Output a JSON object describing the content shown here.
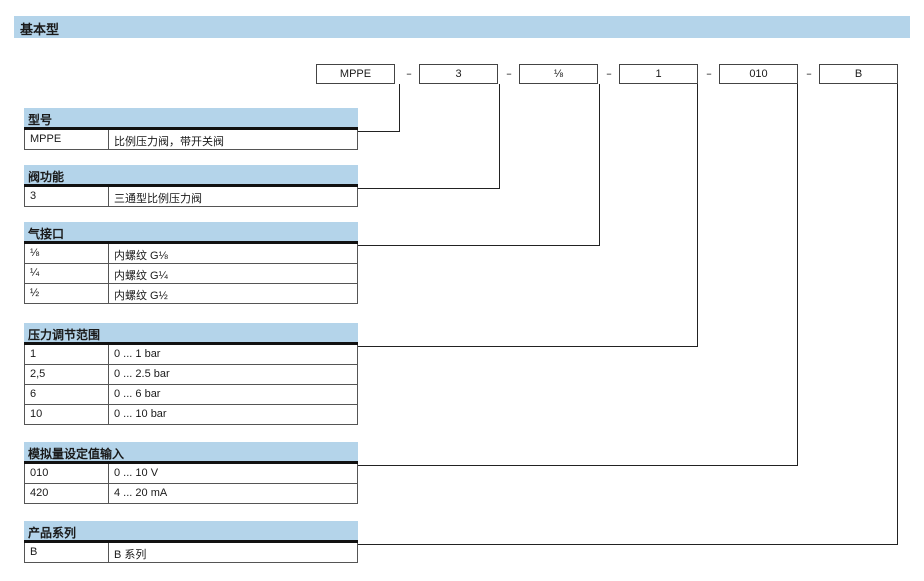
{
  "header": {
    "title": "基本型"
  },
  "order_code": {
    "segments": [
      "MPPE",
      "3",
      "⅛",
      "1",
      "010",
      "B"
    ],
    "separator": "–"
  },
  "sections": [
    {
      "title": "型号",
      "rows": [
        {
          "code": "MPPE",
          "desc": "比例压力阀，带开关阀"
        }
      ]
    },
    {
      "title": "阀功能",
      "rows": [
        {
          "code": "3",
          "desc": "三通型比例压力阀"
        }
      ]
    },
    {
      "title": "气接口",
      "rows": [
        {
          "code": "⅛",
          "desc": "内螺纹 G⅛"
        },
        {
          "code": "¼",
          "desc": "内螺纹 G¼"
        },
        {
          "code": "½",
          "desc": "内螺纹 G½"
        }
      ]
    },
    {
      "title": "压力调节范围",
      "rows": [
        {
          "code": "1",
          "desc": "0 ... 1 bar"
        },
        {
          "code": "2,5",
          "desc": "0 ... 2.5 bar"
        },
        {
          "code": "6",
          "desc": "0 ... 6 bar"
        },
        {
          "code": "10",
          "desc": "0 ... 10 bar"
        }
      ]
    },
    {
      "title": "模拟量设定值输入",
      "rows": [
        {
          "code": "010",
          "desc": "0 ... 10 V"
        },
        {
          "code": "420",
          "desc": "4 ... 20 mA"
        }
      ]
    },
    {
      "title": "产品系列",
      "rows": [
        {
          "code": "B",
          "desc": "B 系列"
        }
      ]
    }
  ]
}
